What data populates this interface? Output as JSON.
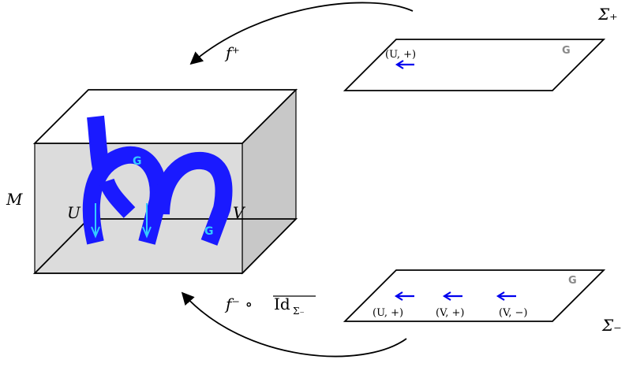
{
  "labels": {
    "manifold": "M",
    "region_u": "U",
    "region_v": "V",
    "sigma_plus": "Σ₊",
    "sigma_minus": "Σ₋",
    "map_top": "f⁺",
    "map_bottom_f": "f⁻ ∘ ",
    "map_bottom_id": "Id",
    "map_bottom_sub": "Σ₋",
    "top_plane_pair": "(U, +)",
    "bottom_pairs": [
      "(U, +)",
      "(V, +)",
      "(V, −)"
    ]
  },
  "colors": {
    "ribbon": "#1a1aff",
    "arrow_cyan": "#33ccff",
    "arrow_blue": "#0000ee",
    "box_fill": "#dadada",
    "box_side": "#c8c8c8",
    "g_grey": "#888888"
  }
}
